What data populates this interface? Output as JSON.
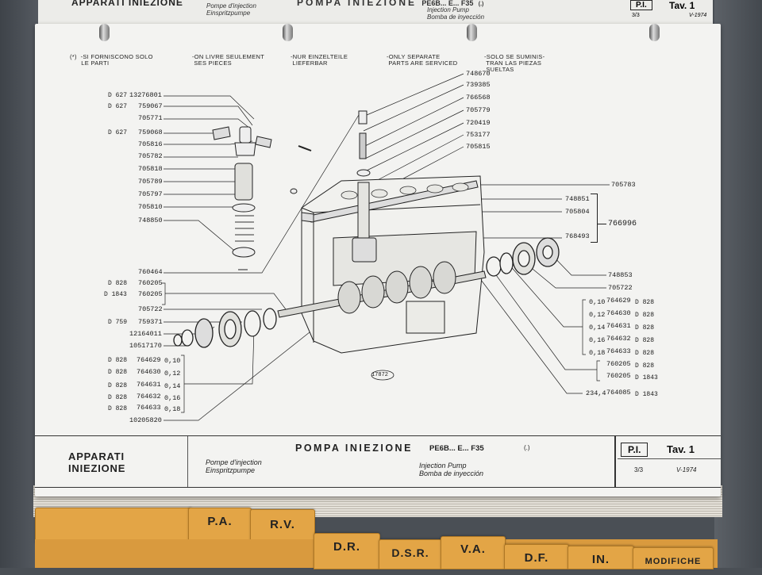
{
  "top_strip": {
    "department": "APPARATI INIEZIONE",
    "sub_fr": "Pompe d'injection",
    "sub_de": "Einspritzpumpe",
    "title": "POMPA INIEZIONE",
    "model": "PE6B... E... F35",
    "paren": "(.)",
    "sub_en": "Injection Pump",
    "sub_es": "Bomba de inyección",
    "code": "P.I.",
    "tav": "Tav. 1",
    "sheet": "3/3",
    "date": "V-1974"
  },
  "notes": {
    "it": "(*)  -SI FORNISCONO SOLO\n      LE PARTI",
    "fr": "-ON LIVRE SEULEMENT\n SES PIECES",
    "de": "-NUR EINZELTEILE\n LIEFERBAR",
    "en": "-ONLY SEPARATE\n PARTS ARE SERVICED",
    "es": "-SOLO SE SUMINIS-\n TRAN LAS PIEZAS\n SUELTAS"
  },
  "left_parts": [
    {
      "prefix": "D 627",
      "code": "13276801"
    },
    {
      "prefix": "D 627",
      "code": "759067"
    },
    {
      "prefix": "",
      "code": "705771"
    },
    {
      "prefix": "D 627",
      "code": "759068"
    },
    {
      "prefix": "",
      "code": "705816"
    },
    {
      "prefix": "",
      "code": "705782"
    },
    {
      "prefix": "",
      "code": "705818"
    },
    {
      "prefix": "",
      "code": "705789"
    },
    {
      "prefix": "",
      "code": "705797"
    },
    {
      "prefix": "",
      "code": "705810"
    },
    {
      "prefix": "",
      "code": "748850"
    }
  ],
  "left_lower_parts": [
    {
      "prefix": "",
      "code": "760464"
    },
    {
      "prefix": "D 828",
      "code": "760205"
    },
    {
      "prefix": "D 1843",
      "code": "760205"
    },
    {
      "prefix": "",
      "code": "705722"
    },
    {
      "prefix": "D 759",
      "code": "759371"
    },
    {
      "prefix": "",
      "code": "12164011"
    },
    {
      "prefix": "",
      "code": "10517170"
    }
  ],
  "left_shims": [
    {
      "prefix": "D 828",
      "code": "764629",
      "size": "0,10"
    },
    {
      "prefix": "D 828",
      "code": "764630",
      "size": "0,12"
    },
    {
      "prefix": "D 828",
      "code": "764631",
      "size": "0,14"
    },
    {
      "prefix": "D 828",
      "code": "764632",
      "size": "0,16"
    },
    {
      "prefix": "D 828",
      "code": "764633",
      "size": "0,18"
    }
  ],
  "bottom_left_part": "10205820",
  "top_parts": [
    "748670",
    "739385",
    "766568",
    "705779",
    "720419",
    "753177",
    "705815"
  ],
  "right_parts_top": [
    {
      "code": "705783"
    },
    {
      "code": "748851"
    },
    {
      "code": "705804"
    },
    {
      "code": "766996"
    },
    {
      "code": "768493"
    }
  ],
  "right_parts_mid": [
    {
      "code": "748853"
    },
    {
      "code": "705722"
    }
  ],
  "right_shims": [
    {
      "size": "0,10",
      "code": "764629",
      "suffix": "D 828"
    },
    {
      "size": "0,12",
      "code": "764630",
      "suffix": "D 828"
    },
    {
      "size": "0,14",
      "code": "764631",
      "suffix": "D 828"
    },
    {
      "size": "0,16",
      "code": "764632",
      "suffix": "D 828"
    },
    {
      "size": "0,18",
      "code": "764633",
      "suffix": "D 828"
    }
  ],
  "right_bottom": [
    {
      "size": "",
      "code": "760205",
      "suffix": "D 828"
    },
    {
      "size": "",
      "code": "760205",
      "suffix": "D 1843"
    },
    {
      "size": "234,4",
      "code": "764085",
      "suffix": "D 1843"
    }
  ],
  "figure_number": "17872",
  "footer": {
    "department": "APPARATI\nINIEZIONE",
    "title": "POMPA INIEZIONE",
    "model": "PE6B... E... F35",
    "paren": "(.)",
    "sub_fr": "Pompe d'injection",
    "sub_de": "Einspritzpumpe",
    "sub_en": "Injection Pump",
    "sub_es": "Bomba de inyección",
    "code": "P.I.",
    "tav": "Tav. 1",
    "sheet": "3/3",
    "date": "V-1974"
  },
  "tabs_row1": [
    "P.A.",
    "R.V."
  ],
  "tabs_row2": [
    "D.R.",
    "D.S.R.",
    "V.A.",
    "D.F.",
    "IN.",
    "MODIFICHE"
  ],
  "colors": {
    "tab": "#e3a546",
    "paper": "#f3f3f1",
    "ink": "#222222"
  }
}
